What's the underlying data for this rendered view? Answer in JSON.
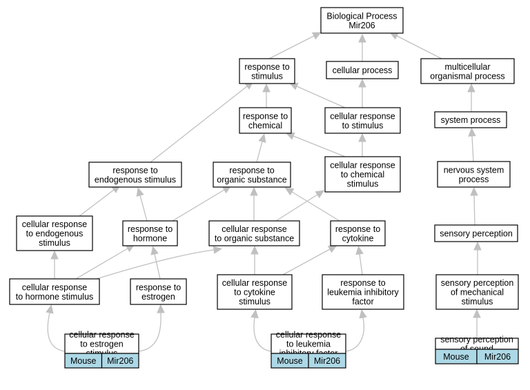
{
  "graph": {
    "nodes": {
      "root": {
        "lines": [
          "Biological Process",
          "Mir206"
        ]
      },
      "rts": {
        "lines": [
          "response to",
          "stimulus"
        ]
      },
      "cp": {
        "lines": [
          "cellular process"
        ]
      },
      "mop": {
        "lines": [
          "multicellular",
          "organismal process"
        ]
      },
      "rtc": {
        "lines": [
          "response to",
          "chemical"
        ]
      },
      "crts": {
        "lines": [
          "cellular response",
          "to stimulus"
        ]
      },
      "sysp": {
        "lines": [
          "system process"
        ]
      },
      "rtes": {
        "lines": [
          "response to",
          "endogenous stimulus"
        ]
      },
      "rtos": {
        "lines": [
          "response to",
          "organic substance"
        ]
      },
      "crtcs": {
        "lines": [
          "cellular response",
          "to chemical",
          "stimulus"
        ]
      },
      "nsp": {
        "lines": [
          "nervous system",
          "process"
        ]
      },
      "crtes": {
        "lines": [
          "cellular response",
          "to endogenous",
          "stimulus"
        ]
      },
      "rth": {
        "lines": [
          "response to",
          "hormone"
        ]
      },
      "crtos": {
        "lines": [
          "cellular response",
          "to organic substance"
        ]
      },
      "rtcy": {
        "lines": [
          "response to",
          "cytokine"
        ]
      },
      "sp": {
        "lines": [
          "sensory perception"
        ]
      },
      "crths": {
        "lines": [
          "cellular response",
          "to hormone stimulus"
        ]
      },
      "rte": {
        "lines": [
          "response to",
          "estrogen"
        ]
      },
      "crtcys": {
        "lines": [
          "cellular response",
          "to cytokine",
          "stimulus"
        ]
      },
      "rtlif": {
        "lines": [
          "response to",
          "leukemia inhibitory",
          "factor"
        ]
      },
      "spms": {
        "lines": [
          "sensory perception",
          "of mechanical",
          "stimulus"
        ]
      },
      "crtes2": {
        "lines": [
          "cellular response",
          "to estrogen",
          "stimulus"
        ],
        "tags": [
          "Mouse",
          "Mir206"
        ]
      },
      "crtlif": {
        "lines": [
          "cellular response",
          "to leukemia",
          "inhibitory factor"
        ],
        "tags": [
          "Mouse",
          "Mir206"
        ]
      },
      "sps": {
        "lines": [
          "sensory perception",
          "of sound"
        ],
        "tags": [
          "Mouse",
          "Mir206"
        ]
      }
    },
    "edges": [
      {
        "from": "rts",
        "to": "root"
      },
      {
        "from": "cp",
        "to": "root"
      },
      {
        "from": "mop",
        "to": "root"
      },
      {
        "from": "rtc",
        "to": "rts"
      },
      {
        "from": "crts",
        "to": "rts"
      },
      {
        "from": "crts",
        "to": "cp"
      },
      {
        "from": "sysp",
        "to": "mop"
      },
      {
        "from": "rtes",
        "to": "rts"
      },
      {
        "from": "rtos",
        "to": "rtc"
      },
      {
        "from": "crtcs",
        "to": "rtc"
      },
      {
        "from": "crtcs",
        "to": "crts"
      },
      {
        "from": "nsp",
        "to": "sysp"
      },
      {
        "from": "crtes",
        "to": "rtes"
      },
      {
        "from": "rth",
        "to": "rtes"
      },
      {
        "from": "rth",
        "to": "rtos"
      },
      {
        "from": "crtos",
        "to": "rtos"
      },
      {
        "from": "crtos",
        "to": "crtcs"
      },
      {
        "from": "rtcy",
        "to": "rtos"
      },
      {
        "from": "sp",
        "to": "nsp"
      },
      {
        "from": "crths",
        "to": "crtes"
      },
      {
        "from": "crths",
        "to": "rth"
      },
      {
        "from": "crths",
        "to": "crtos"
      },
      {
        "from": "rte",
        "to": "rth"
      },
      {
        "from": "crtcys",
        "to": "crtos"
      },
      {
        "from": "crtcys",
        "to": "rtcy"
      },
      {
        "from": "rtlif",
        "to": "rtcy"
      },
      {
        "from": "spms",
        "to": "sp"
      },
      {
        "from": "crtes2",
        "to": "crths"
      },
      {
        "from": "crtes2",
        "to": "rte"
      },
      {
        "from": "crtlif",
        "to": "crtcys"
      },
      {
        "from": "crtlif",
        "to": "rtlif"
      },
      {
        "from": "sps",
        "to": "spms"
      }
    ]
  }
}
